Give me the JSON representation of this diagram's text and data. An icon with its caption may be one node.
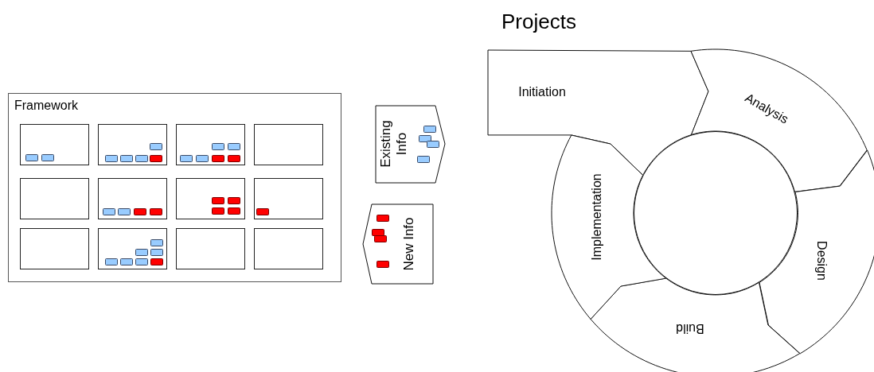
{
  "diagram": {
    "title": "Projects",
    "nodes": [
      {
        "text": [
          "Framework"
        ]
      },
      {
        "text": [],
        "shape": "box",
        "in": 0
      },
      {
        "text": [],
        "shape": "box",
        "in": 0
      },
      {
        "text": [],
        "shape": "box",
        "in": 0
      },
      {
        "text": [],
        "shape": "box",
        "in": 0
      },
      {
        "text": [],
        "shape": "box",
        "in": 0
      },
      {
        "text": [],
        "shape": "box",
        "in": 0
      },
      {
        "text": [],
        "shape": "box",
        "in": 0
      },
      {
        "text": [],
        "shape": "box",
        "in": 0
      },
      {
        "text": [],
        "shape": "box",
        "in": 0
      },
      {
        "text": [],
        "shape": "box",
        "in": 0
      },
      {
        "text": [],
        "shape": "box",
        "in": 0
      },
      {
        "text": [],
        "shape": "box",
        "in": 0
      },
      {
        "text": [
          "Existing Info"
        ]
      },
      {
        "text": [
          "New Info"
        ]
      },
      {
        "text": [
          "Initiation"
        ]
      },
      {
        "text": [
          "Analysis"
        ]
      },
      {
        "text": [
          "Design"
        ]
      },
      {
        "text": [
          "Build"
        ]
      },
      {
        "text": [
          "Implementation"
        ]
      },
      {
        "text": [],
        "shape": "circle"
      }
    ]
  }
}
